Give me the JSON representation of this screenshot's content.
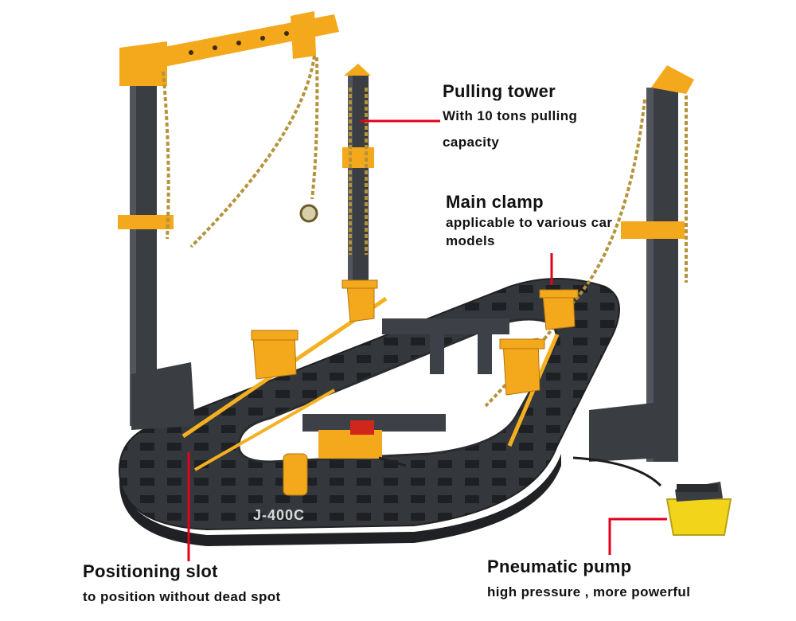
{
  "callouts": {
    "pulling_tower": {
      "title": "Pulling tower",
      "desc": "With 10 tons pulling capacity"
    },
    "main_clamp": {
      "title": "Main clamp",
      "desc": "applicable to various car models"
    },
    "positioning_slot": {
      "title": "Positioning slot",
      "desc": "to position without dead spot"
    },
    "pneumatic_pump": {
      "title": "Pneumatic pump",
      "desc": "high pressure , more powerful"
    }
  },
  "product": {
    "model": "J-400C"
  },
  "colors": {
    "accent": "#e3001b",
    "frame": "#3a3d42",
    "clamp_yellow": "#f4a81c",
    "chain": "#b5933a"
  },
  "icons": [
    "pulling-tower-icon",
    "chain-icon",
    "clamp-icon",
    "pump-icon"
  ]
}
